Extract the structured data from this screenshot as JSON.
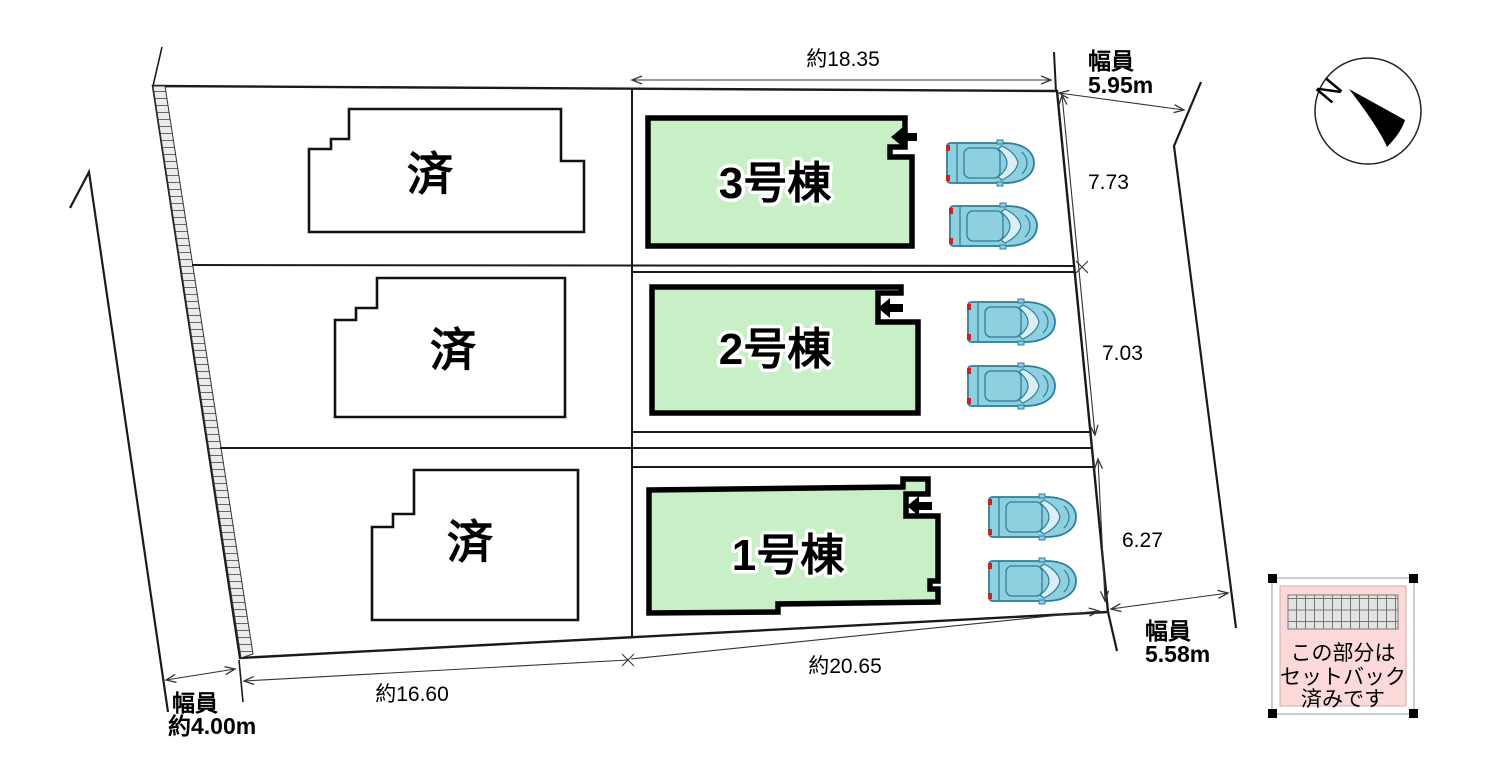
{
  "plan": {
    "buildings": [
      {
        "label": "1号棟"
      },
      {
        "label": "2号棟"
      },
      {
        "label": "3号棟"
      }
    ],
    "sold_label": "済",
    "dimensions": {
      "top": "約18.35",
      "right": [
        "7.73",
        "7.03",
        "6.27"
      ],
      "bottom_main": "約20.65",
      "bottom_left": "約16.60"
    },
    "roads": {
      "north": {
        "label": "幅員",
        "width": "5.95m"
      },
      "south": {
        "label": "幅員",
        "width": "5.58m"
      },
      "west": {
        "label": "幅員",
        "width": "約4.00m"
      }
    },
    "compass": {
      "north": "N"
    },
    "legend": {
      "line1": "この部分は",
      "line2": "セットバック",
      "line3": "済みです"
    },
    "colors": {
      "building_fill": "#c9efc7",
      "setback_pink": "#fbd9d9",
      "car_body": "#8ecfe0",
      "car_outline": "#2f7d99",
      "taillight_red": "#cc2222"
    }
  }
}
